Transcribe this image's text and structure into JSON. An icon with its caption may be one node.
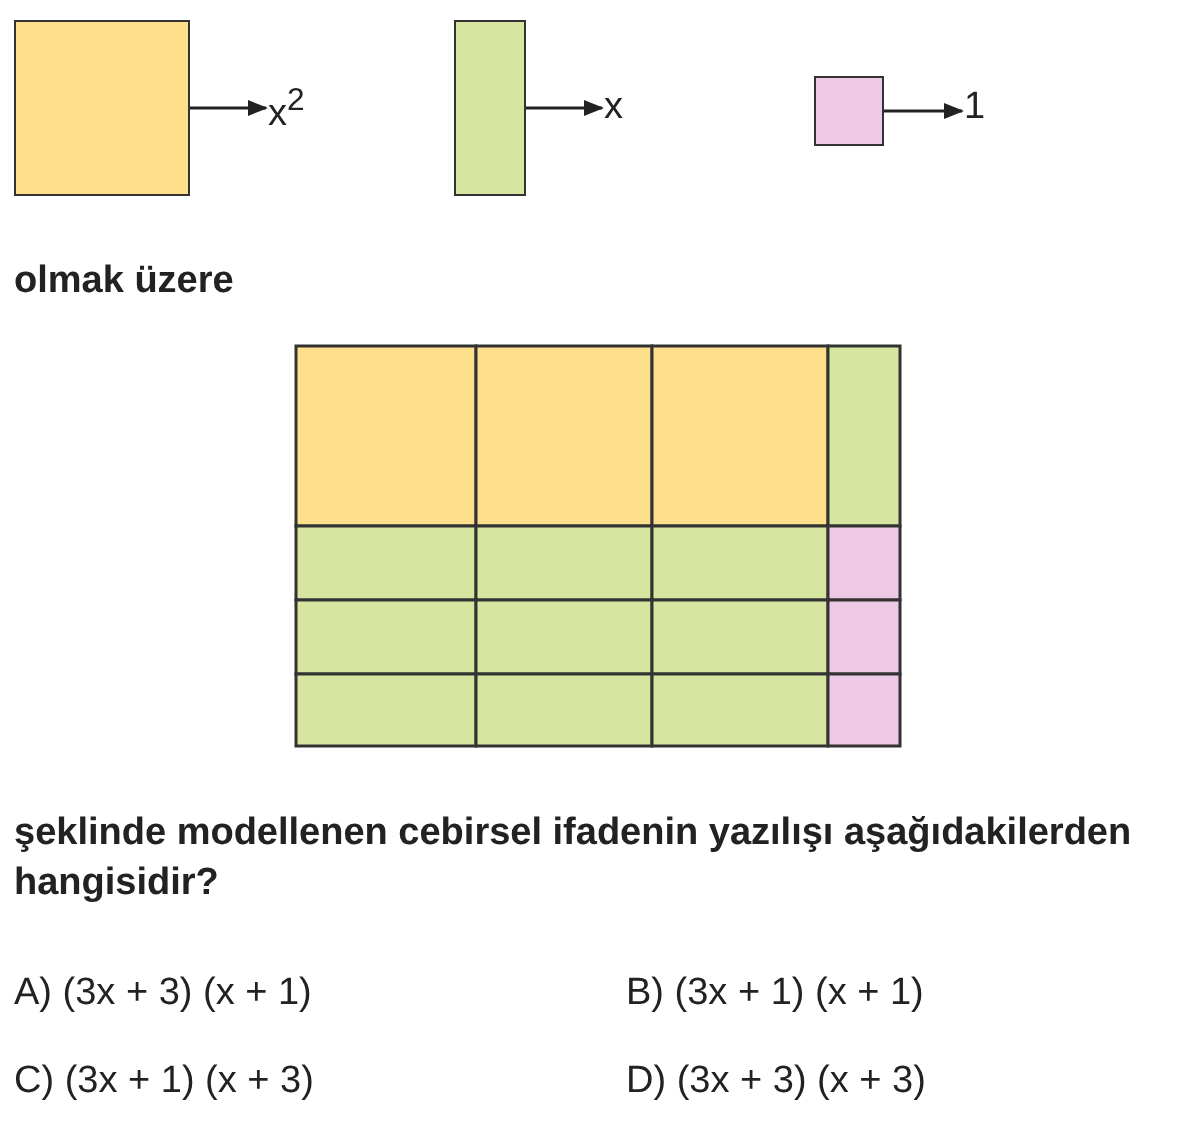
{
  "diagram": {
    "nodes": [
      {
        "text": [],
        "shape": "box"
      },
      {
        "text": [
          "x$^{2}$"
        ]
      },
      {
        "text": [],
        "shape": "box"
      },
      {
        "text": [
          "x"
        ]
      },
      {
        "text": [],
        "shape": "box"
      },
      {
        "text": [
          "1"
        ]
      }
    ],
    "edges": [
      {
        "from": 0,
        "to": 1,
        "arrow": "to"
      },
      {
        "from": 2,
        "to": 3,
        "arrow": "to"
      },
      {
        "from": 4,
        "to": 5,
        "arrow": "to"
      }
    ],
    "labels": [
      "olmak üzere",
      "şeklinde modellenen cebirsel ifadenin yazılışı aşağıdakilerden hangisidir?",
      "A) (3x + 3) (x + 1)",
      "B) (3x + 1) (x + 1)",
      "C) (3x + 1) (x + 3)",
      "D) (3x + 3) (x + 3)"
    ]
  }
}
